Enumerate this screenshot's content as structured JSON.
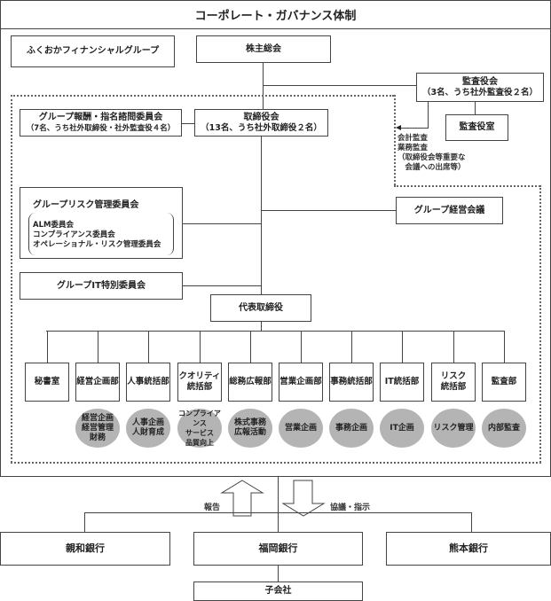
{
  "title": "コーポレート・ガバナンス体制",
  "group_name": "ふくおかフィナンシャルグループ",
  "shareholders_meeting": "株主総会",
  "audit_board": {
    "name": "監査役会",
    "detail": "（3名、うち社外監査役２名）"
  },
  "audit_office": "監査役室",
  "audit_note": "会計監査\n業務監査\n（取締役会等重要な\n　会議への出席等）",
  "compensation_committee": {
    "name": "グループ報酬・指名諮問委員会",
    "detail": "（7名、うち社外取締役・社外監査役４名）"
  },
  "board_of_directors": {
    "name": "取締役会",
    "detail": "（13名、うち社外取締役２名）"
  },
  "risk_committee": {
    "name": "グループリスク管理委員会",
    "subcommittees": "ALM委員会\nコンプライアンス委員会\nオペレーショナル・リスク管理委員会"
  },
  "management_meeting": "グループ経営会議",
  "it_committee": "グループIT特別委員会",
  "representative_director": "代表取締役",
  "departments": [
    {
      "name": "秘書室",
      "role": ""
    },
    {
      "name": "経営企画部",
      "role": "経営企画\n経営管理\n財務"
    },
    {
      "name": "人事統括部",
      "role": "人事企画\n人財育成"
    },
    {
      "name": "クオリティ\n統括部",
      "role": "コンプライアンス\nサービス\n品質向上"
    },
    {
      "name": "総務広報部",
      "role": "株式事務\n広報活動"
    },
    {
      "name": "営業企画部",
      "role": "営業企画"
    },
    {
      "name": "事務統括部",
      "role": "事務企画"
    },
    {
      "name": "IT統括部",
      "role": "IT企画"
    },
    {
      "name": "リスク\n統括部",
      "role": "リスク管理"
    },
    {
      "name": "監査部",
      "role": "内部監査"
    }
  ],
  "report_label": "報告",
  "instruction_label": "協議・指示",
  "banks": [
    "親和銀行",
    "福岡銀行",
    "熊本銀行"
  ],
  "subsidiaries": "子会社"
}
